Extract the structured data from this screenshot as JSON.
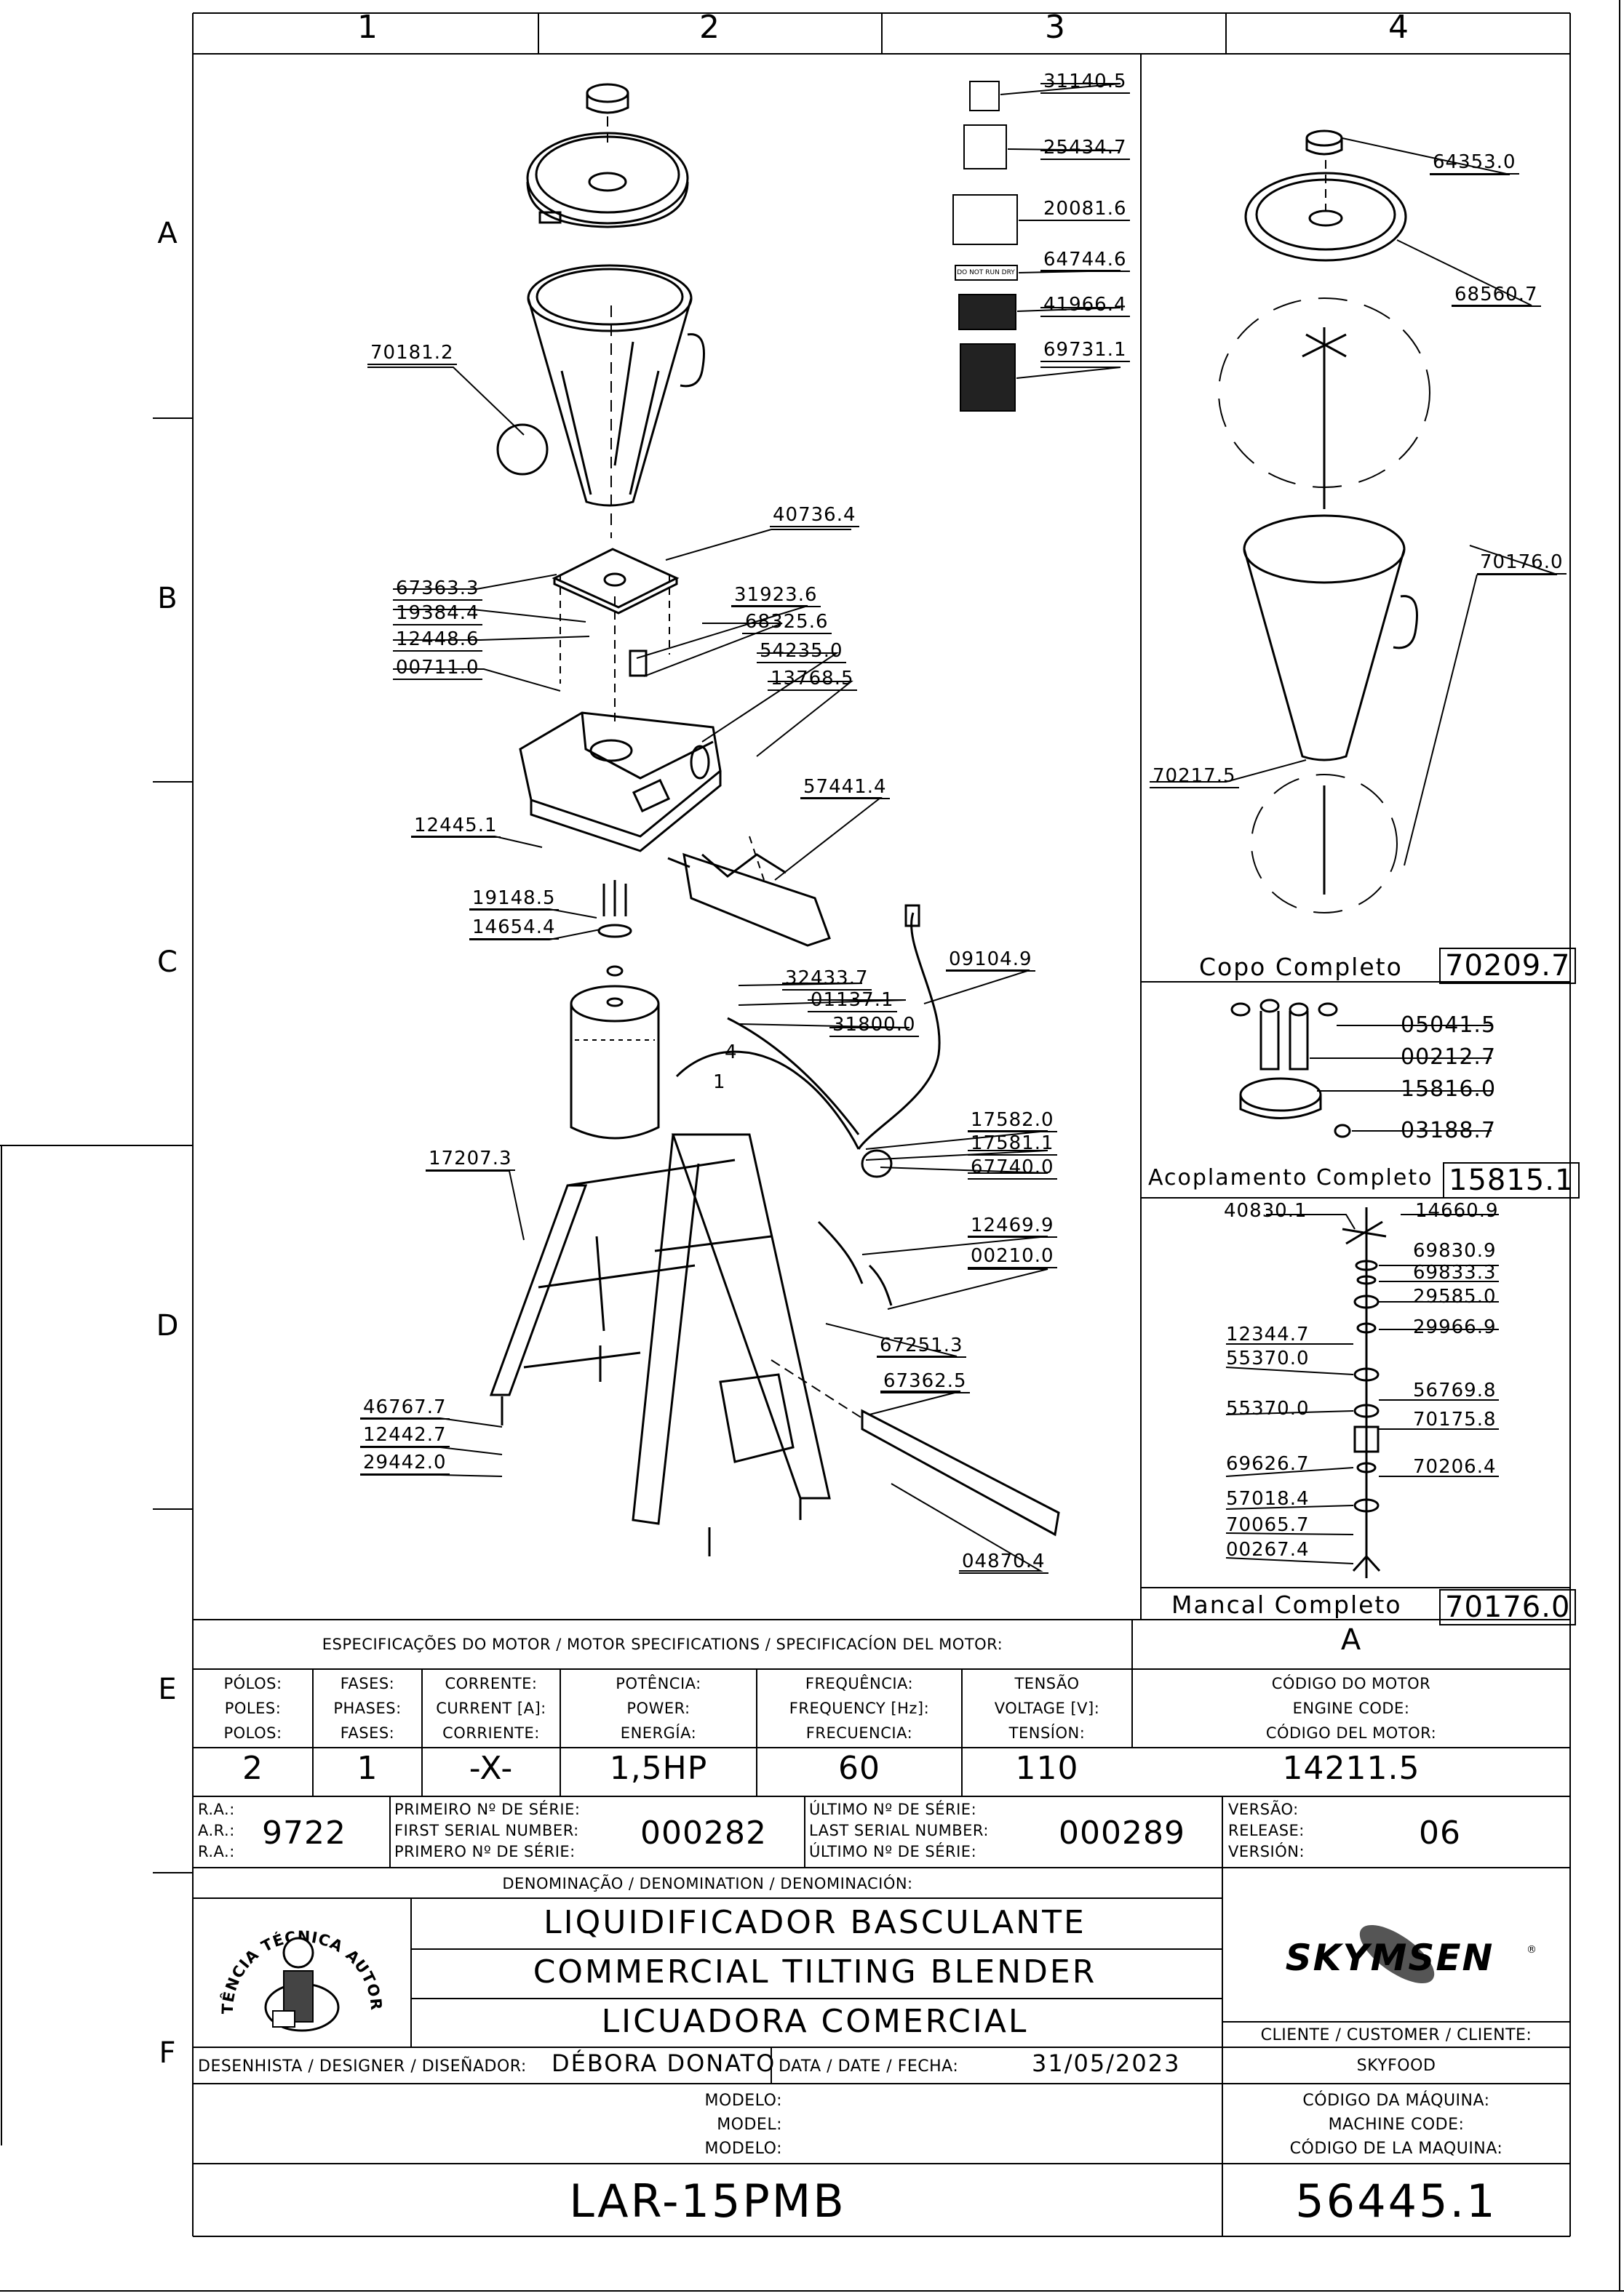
{
  "grid": {
    "columns": [
      "1",
      "2",
      "3",
      "4"
    ],
    "rows": [
      "A",
      "B",
      "C",
      "D",
      "E",
      "F"
    ]
  },
  "parts": {
    "p70181_2": "70181.2",
    "p40736_4": "40736.4",
    "p67363_3": "67363.3",
    "p19384_4": "19384.4",
    "p12448_6": "12448.6",
    "p00711_0": "00711.0",
    "p31923_6": "31923.6",
    "p68325_6": "68325.6",
    "p54235_0": "54235.0",
    "p13768_5": "13768.5",
    "p12445_1": "12445.1",
    "p57441_4": "57441.4",
    "p19148_5": "19148.5",
    "p14654_4": "14654.4",
    "p09104_9": "09104.9",
    "p32433_7": "32433.7",
    "p01137_1": "01137.1",
    "p31800_0": "31800.0",
    "p17582_0": "17582.0",
    "p17581_1": "17581.1",
    "p67740_0": "67740.0",
    "p17207_3": "17207.3",
    "p12469_9": "12469.9",
    "p00210_0": "00210.0",
    "p67251_3": "67251.3",
    "p67362_5": "67362.5",
    "p46767_7": "46767.7",
    "p12442_7": "12442.7",
    "p29442_0": "29442.0",
    "p04870_4": "04870.4",
    "p31140_5": "31140.5",
    "p25434_7": "25434.7",
    "p20081_6": "20081.6",
    "p64744_6": "64744.6",
    "p41966_4": "41966.4",
    "p69731_1": "69731.1",
    "p64353_0": "64353.0",
    "p68560_7": "68560.7",
    "p70176_0": "70176.0",
    "p70217_5": "70217.5",
    "p05041_5": "05041.5",
    "p00212_7": "00212.7",
    "p15816_0": "15816.0",
    "p03188_7": "03188.7",
    "p40830_1": "40830.1",
    "p14660_9": "14660.9",
    "p69830_9": "69830.9",
    "p69833_3": "69833.3",
    "p29585_0": "29585.0",
    "p29966_9": "29966.9",
    "p12344_7": "12344.7",
    "p55370_0a": "55370.0",
    "p56769_8": "56769.8",
    "p55370_0b": "55370.0",
    "p70175_8": "70175.8",
    "p69626_7": "69626.7",
    "p70206_4": "70206.4",
    "p57018_4": "57018.4",
    "p70065_7": "70065.7",
    "p00267_4": "00267.4"
  },
  "wire_marks": {
    "w4": "4",
    "w1": "1"
  },
  "decal_text": {
    "dnr": "DO NOT RUN DRY"
  },
  "subassemblies": {
    "copo": {
      "title": "Copo Completo",
      "code": "70209.7"
    },
    "acoplamento": {
      "title": "Acoplamento Completo",
      "code": "15815.1"
    },
    "mancal": {
      "title": "Mancal Completo",
      "code": "70176.0"
    }
  },
  "motor_spec": {
    "header": "ESPECIFICAÇÕES DO MOTOR / MOTOR SPECIFICATIONS / SPECIFICACÍON DEL MOTOR:",
    "variant": "A",
    "columns": [
      {
        "h1": "PÓLOS:",
        "h2": "POLES:",
        "h3": "POLOS:",
        "value": "2"
      },
      {
        "h1": "FASES:",
        "h2": "PHASES:",
        "h3": "FASES:",
        "value": "1"
      },
      {
        "h1": "CORRENTE:",
        "h2": "CURRENT [A]:",
        "h3": "CORRIENTE:",
        "value": "-X-"
      },
      {
        "h1": "POTÊNCIA:",
        "h2": "POWER:",
        "h3": "ENERGÍA:",
        "value": "1,5HP"
      },
      {
        "h1": "FREQUÊNCIA:",
        "h2": "FREQUENCY [Hz]:",
        "h3": "FRECUENCIA:",
        "value": "60"
      },
      {
        "h1": "TENSÃO",
        "h2": "VOLTAGE [V]:",
        "h3": "TENSÍON:",
        "value": "110"
      },
      {
        "h1": "CÓDIGO DO MOTOR",
        "h2": "ENGINE CODE:",
        "h3": "CÓDIGO DEL MOTOR:",
        "value": "14211.5"
      }
    ]
  },
  "serials": {
    "ra_labels": [
      "R.A.:",
      "A.R.:",
      "R.A.:"
    ],
    "ra_value": "9722",
    "first_labels": [
      "PRIMEIRO Nº DE SÉRIE:",
      "FIRST SERIAL NUMBER:",
      "PRIMERO Nº DE SÉRIE:"
    ],
    "first_value": "000282",
    "last_labels": [
      "ÚLTIMO Nº DE SÉRIE:",
      "LAST SERIAL NUMBER:",
      "ÚLTIMO Nº DE SÉRIE:"
    ],
    "last_value": "000289",
    "version_labels": [
      "VERSÃO:",
      "RELEASE:",
      "VERSIÓN:"
    ],
    "version_value": "06"
  },
  "title_block": {
    "denomination_label": "DENOMINAÇÃO / DENOMINATION / DENOMINACIÓN:",
    "title_pt": "LIQUIDIFICADOR BASCULANTE",
    "title_en": "COMMERCIAL TILTING BLENDER",
    "title_es": "LICUADORA COMERCIAL",
    "seal_text": "ASSISTÊNCIA TÉCNICA AUTORIZADA",
    "brand": "SKYMSEN",
    "client_label": "CLIENTE / CUSTOMER / CLIENTE:",
    "client_value": "SKYFOOD",
    "designer_label": "DESENHISTA / DESIGNER / DISEÑADOR:",
    "designer_value": "DÉBORA DONATO",
    "date_label": "DATA / DATE / FECHA:",
    "date_value": "31/05/2023",
    "model_labels": [
      "MODELO:",
      "MODEL:",
      "MODELO:"
    ],
    "model_value": "LAR-15PMB",
    "machine_code_labels": [
      "CÓDIGO DA MÁQUINA:",
      "MACHINE CODE:",
      "CÓDIGO DE LA MAQUINA:"
    ],
    "machine_code_value": "56445.1"
  }
}
